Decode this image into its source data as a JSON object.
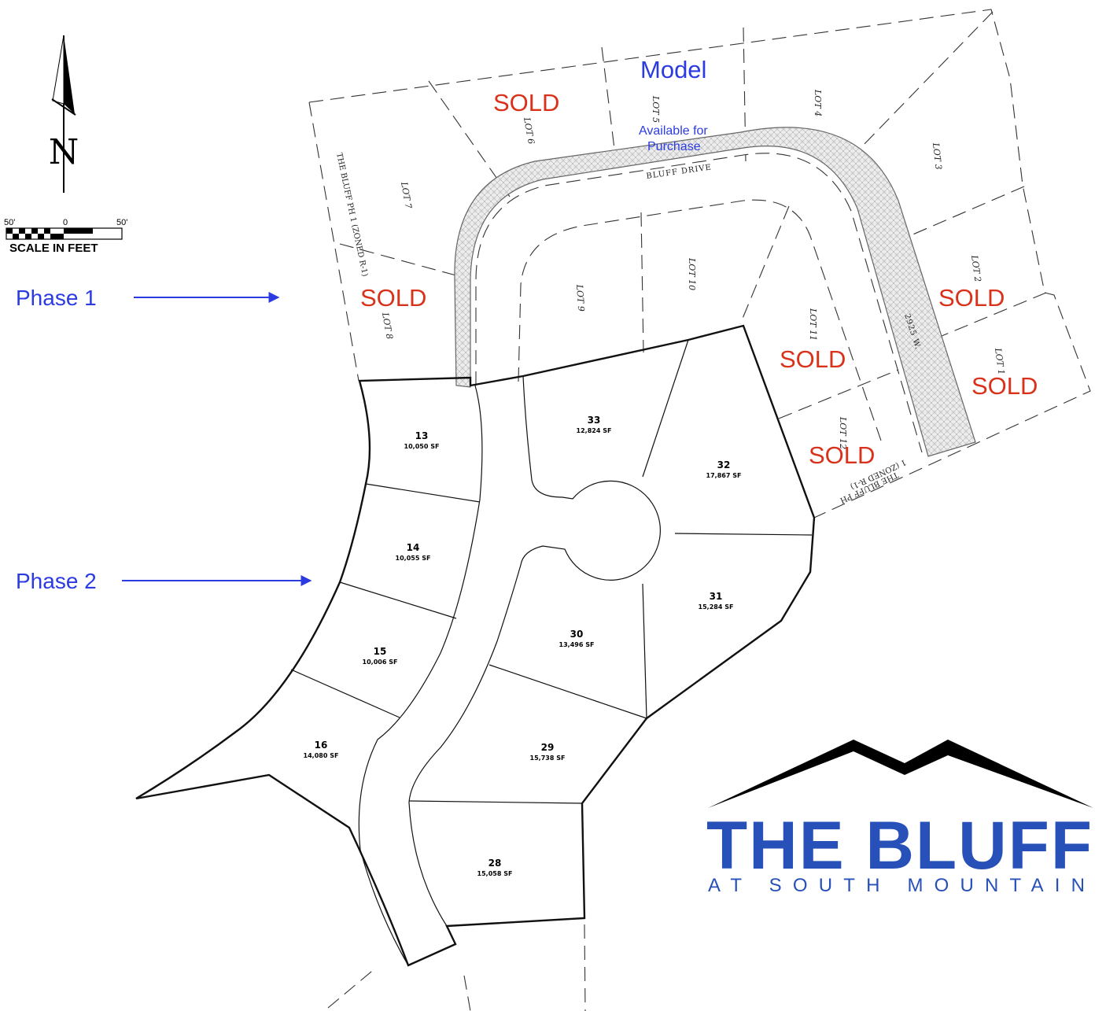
{
  "north_label": "N",
  "scale": {
    "left": "50'",
    "mid": "0",
    "right": "50'",
    "caption": "SCALE IN FEET"
  },
  "phase_labels": {
    "phase1": "Phase 1",
    "phase2": "Phase 2"
  },
  "status": {
    "sold": "SOLD",
    "model": "Model",
    "available_line1": "Available for",
    "available_line2": "Purchase"
  },
  "phase1_lots": {
    "lot1": "LOT 1",
    "lot2": "LOT 2",
    "lot3": "LOT 3",
    "lot4": "LOT 4",
    "lot5": "LOT 5",
    "lot6": "LOT 6",
    "lot7": "LOT 7",
    "lot8": "LOT 8",
    "lot9": "LOT 9",
    "lot10": "LOT 10",
    "lot11": "LOT 11",
    "lot12": "LOT 12"
  },
  "streets": {
    "bluff_drive": "BLUFF DRIVE",
    "w2925": "2925 W."
  },
  "subdivision_labels": {
    "west_line": "THE BLUFF PH 1 (ZONED R-1)",
    "east_line1": "THE BLUFF PH",
    "east_line2": "1 (ZONED R-1)"
  },
  "phase2_lots": [
    {
      "num": "13",
      "sf": "10,050 SF"
    },
    {
      "num": "14",
      "sf": "10,055 SF"
    },
    {
      "num": "15",
      "sf": "10,006 SF"
    },
    {
      "num": "16",
      "sf": "14,080 SF"
    },
    {
      "num": "28",
      "sf": "15,058 SF"
    },
    {
      "num": "29",
      "sf": "15,738 SF"
    },
    {
      "num": "30",
      "sf": "13,496 SF"
    },
    {
      "num": "31",
      "sf": "15,284 SF"
    },
    {
      "num": "32",
      "sf": "17,867 SF"
    },
    {
      "num": "33",
      "sf": "12,824 SF"
    }
  ],
  "logo": {
    "title": "THE BLUFF",
    "subtitle": "AT SOUTH MOUNTAIN"
  },
  "colors": {
    "sold": "#d9321b",
    "phase_blue": "#2b3be0",
    "logo_blue": "#2751b8"
  }
}
